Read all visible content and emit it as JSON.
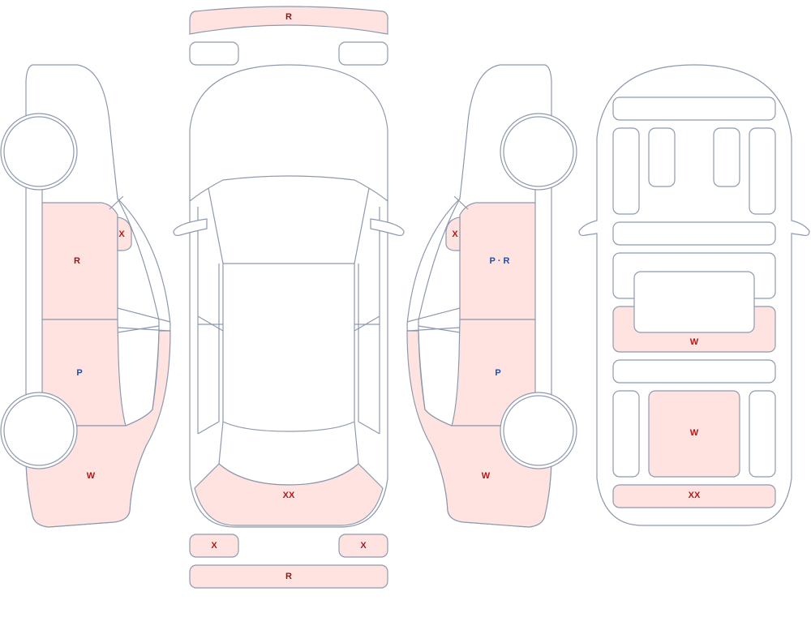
{
  "legend_colors": {
    "damaged_fill": "#fee3e1",
    "outline": "#8e99ae",
    "code_red": "#b01919",
    "code_maroon": "#8b1a1a",
    "code_blue": "#1f4fa8"
  },
  "marks": {
    "top_bar_rear": "R",
    "left_front_door": "R",
    "left_mirror": "X",
    "left_rear_door": "P",
    "left_rear_quarter": "W",
    "top_rear_bumper": "XX",
    "bottom_light_left": "X",
    "bottom_light_right": "X",
    "bottom_bar": "R",
    "right_mirror": "X",
    "right_front_door_part1": "P",
    "right_front_door_sep": "·",
    "right_front_door_part2": "R",
    "right_rear_door": "P",
    "right_rear_quarter": "W",
    "interior_trunk": "W",
    "interior_floor": "W",
    "interior_rear_bumper": "XX"
  }
}
